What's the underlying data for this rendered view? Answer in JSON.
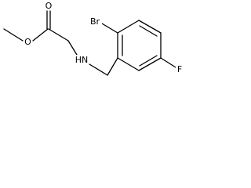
{
  "structure": {
    "atoms": {
      "carbonyl_oxygen": "O",
      "ester_oxygen": "O",
      "amine": "HN",
      "bromine": "Br",
      "fluorine": "F"
    }
  }
}
